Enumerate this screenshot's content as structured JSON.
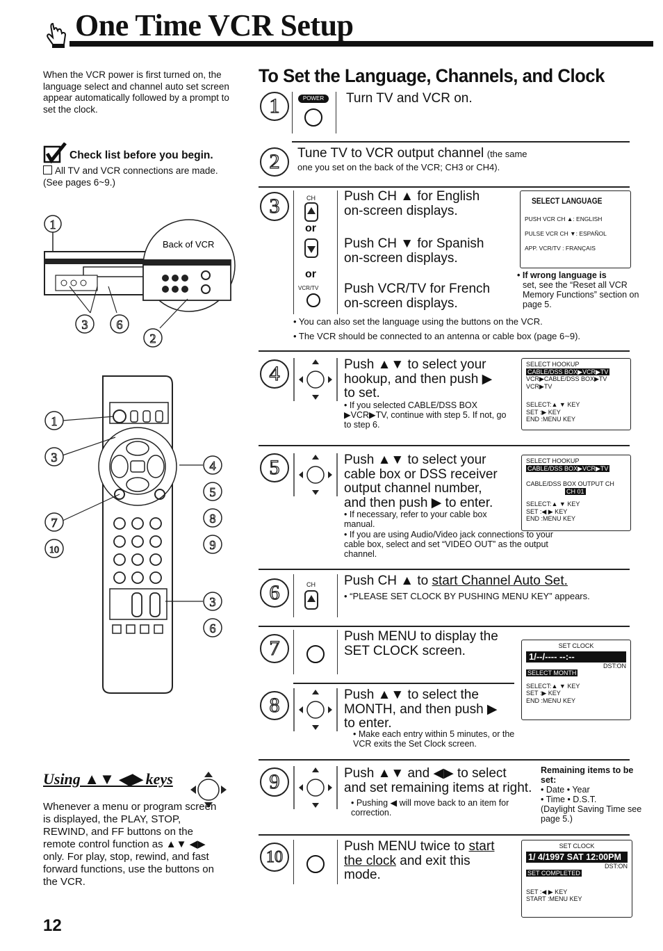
{
  "header": {
    "title": "One Time VCR Setup"
  },
  "intro": "When the VCR power is first turned on, the language select and channel auto set screen appear automatically followed by a prompt to set the clock.",
  "checklist": {
    "heading": "Check list before you begin.",
    "item": "All TV and VCR connections are made. (See pages 6~9.)"
  },
  "vcr_image": {
    "back_label": "Back of VCR",
    "callout_1": "1",
    "callout_3": "3",
    "callout_6": "6",
    "callout_2": "2"
  },
  "remote_image": {
    "callouts_left": [
      "1",
      "3",
      "7",
      "10"
    ],
    "callouts_right": [
      "4",
      "5",
      "8",
      "9",
      "3",
      "6"
    ]
  },
  "section": {
    "title": "To Set the Language, Channels, and Clock"
  },
  "steps": {
    "s1": {
      "num": "1",
      "button": "POWER",
      "text": "Turn TV and VCR on."
    },
    "s2": {
      "num": "2",
      "text_big": "Tune TV to VCR output channel",
      "text_small_1": "(the same",
      "text_small_2": "one you set on the back of the VCR; CH3 or CH4)."
    },
    "s3": {
      "num": "3",
      "ch_label": "CH",
      "or": "or",
      "vcrtv_label": "VCR/TV",
      "english_1": "Push CH ▲ for English",
      "english_2": "on-screen displays.",
      "spanish_1": "Push CH ▼ for Spanish",
      "spanish_2": "on-screen displays.",
      "french_1": "Push VCR/TV for French",
      "french_2": "on-screen displays.",
      "osd_title": "SELECT LANGUAGE",
      "osd_lines": [
        "PUSH VCR CH  ▲: ENGLISH",
        "PULSE VCR CH ▼: ESPAÑOL",
        "APP. VCR/TV  : FRANÇAIS"
      ],
      "wrong_bold": "• If wrong language is",
      "wrong_rest": "set, see the “Reset all VCR Memory Functions” section on page 5.",
      "note1": "• You can also set the language using the buttons on the VCR.",
      "note2": "• The VCR should be connected to an antenna or cable box (page 6~9)."
    },
    "s4": {
      "num": "4",
      "line1": "Push ▲▼ to select your",
      "line2": "hookup, and then push ▶",
      "line3": "to set.",
      "note": "• If you selected CABLE/DSS BOX ▶VCR▶TV, continue with step 5. If not, go to step 6.",
      "osd": [
        "SELECT HOOKUP",
        "CABLE/DSS BOX▶VCR▶TV",
        "VCR▶CABLE/DSS BOX▶TV",
        "VCR▶TV",
        "SELECT:▲ ▼ KEY",
        "SET   :▶ KEY",
        "END   :MENU KEY"
      ]
    },
    "s5": {
      "num": "5",
      "line1": "Push ▲▼ to select your",
      "line2": "cable box or DSS receiver",
      "line3": "output channel number,",
      "line4": "and then push ▶ to enter.",
      "note1": "• If necessary, refer to your cable box manual.",
      "note2": "• If you are using Audio/Video jack connections to your cable box, select and set “VIDEO OUT” as the output channel.",
      "osd": [
        "SELECT HOOKUP",
        "CABLE/DSS BOX▶VCR▶TV",
        "CABLE/DSS BOX OUTPUT CH",
        "CH 01",
        "SELECT:▲ ▼ KEY",
        "SET   :◀ ▶ KEY",
        "END   :MENU KEY"
      ]
    },
    "s6": {
      "num": "6",
      "ch_label": "CH",
      "line1": "Push CH ▲ to",
      "line1_u": "start Channel Auto Set.",
      "note": "• “PLEASE SET CLOCK BY PUSHING MENU KEY” appears."
    },
    "s7": {
      "num": "7",
      "line1": "Push MENU to display the",
      "line2": "SET CLOCK screen."
    },
    "s8": {
      "num": "8",
      "line1": "Push ▲▼ to select the",
      "line2": "MONTH, and then push ▶",
      "line3": "to enter.",
      "note": "• Make each entry within 5 minutes, or the VCR exits the Set Clock screen.",
      "osd": [
        "SET CLOCK",
        "1/--/---- --:--",
        "DST:ON",
        "SELECT MONTH",
        "SELECT:▲ ▼ KEY",
        "SET   :▶ KEY",
        "END   :MENU KEY"
      ]
    },
    "s9": {
      "num": "9",
      "line1": "Push ▲▼ and ◀▶ to select",
      "line2": "and set remaining items at right.",
      "note": "• Pushing ◀ will move back to an item for correction.",
      "remaining_head": "Remaining items to be set:",
      "remaining": [
        "• Date   • Year",
        "• Time   • D.S.T."
      ],
      "remaining_note": "(Daylight Saving Time see page 5.)"
    },
    "s10": {
      "num": "10",
      "line1": "Push MENU twice to",
      "line1_u": "start",
      "line2_u": "the clock",
      "line2": "and exit this",
      "line3": "mode.",
      "osd": [
        "SET CLOCK",
        "1/ 4/1997 SAT 12:00PM",
        "DST:ON",
        "SET COMPLETED",
        "SET   :◀ ▶ KEY",
        "START :MENU KEY"
      ]
    }
  },
  "using_keys": {
    "heading": "Using ▲▼ ◀▶ keys",
    "body": "Whenever a menu or program screen is displayed, the PLAY, STOP, REWIND, and FF buttons on the remote control function as ▲▼ ◀▶ only. For play, stop, rewind, and fast forward functions, use the buttons on the VCR."
  },
  "page_number": "12"
}
